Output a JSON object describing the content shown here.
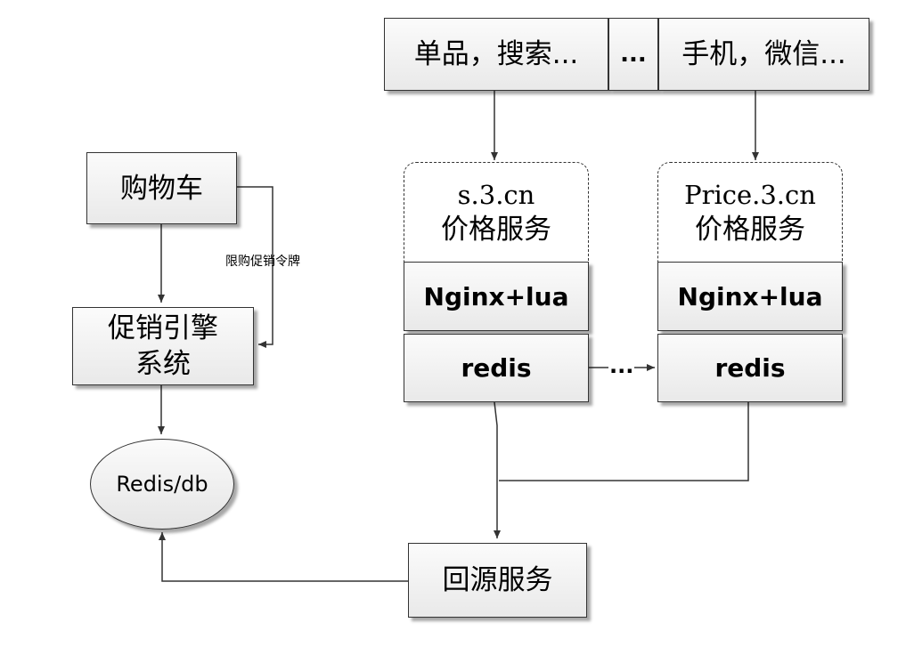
{
  "top_bar": {
    "left": "单品，搜索...",
    "middle": "...",
    "right": "手机，微信..."
  },
  "left_column": {
    "cart": "购物车",
    "engine_line1": "促销引擎",
    "engine_line2": "系统",
    "db": "Redis/db",
    "token_label": "限购促销令牌"
  },
  "service_left": {
    "host": "s.3.cn",
    "name": "价格服务",
    "layer1": "Nginx+lua",
    "layer2": "redis"
  },
  "service_right": {
    "host": "Price.3.cn",
    "name": "价格服务",
    "layer1": "Nginx+lua",
    "layer2": "redis"
  },
  "sync_label": "...",
  "origin": "回源服务"
}
